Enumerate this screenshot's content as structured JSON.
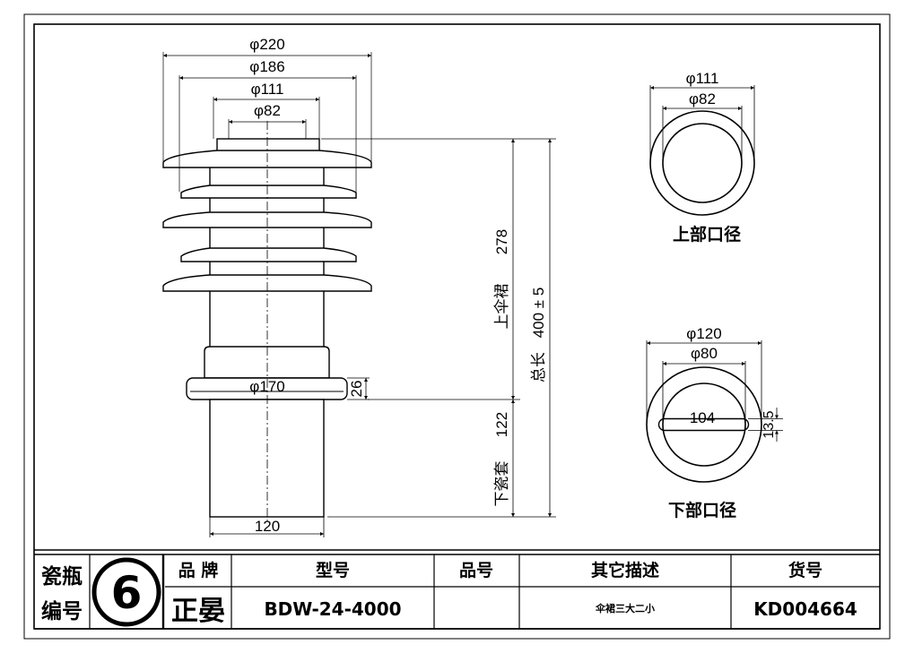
{
  "drawing": {
    "dimensions": {
      "phi220": "φ220",
      "phi186": "φ186",
      "phi111": "φ111",
      "phi82": "φ82",
      "phi170": "φ170",
      "base_width": "120",
      "flange_height": "26",
      "upper_height": "278",
      "upper_label": "上伞裙",
      "total_length": "400 ± 5",
      "total_label": "总长",
      "lower_height": "122",
      "lower_label": "下瓷套"
    },
    "top_view": {
      "title": "上部口径",
      "outer": "φ111",
      "inner": "φ82"
    },
    "bottom_view": {
      "title": "下部口径",
      "outer": "φ120",
      "inner": "φ80",
      "slot_length": "104",
      "slot_width": "13.5"
    }
  },
  "title_block": {
    "number_label_1": "瓷瓶",
    "number_label_2": "编号",
    "number_value": "6",
    "headers": [
      "品 牌",
      "型号",
      "品号",
      "其它描述",
      "货号"
    ],
    "values": [
      "正晏",
      "BDW-24-4000",
      "",
      "伞裙三大二小",
      "KD004664"
    ]
  }
}
